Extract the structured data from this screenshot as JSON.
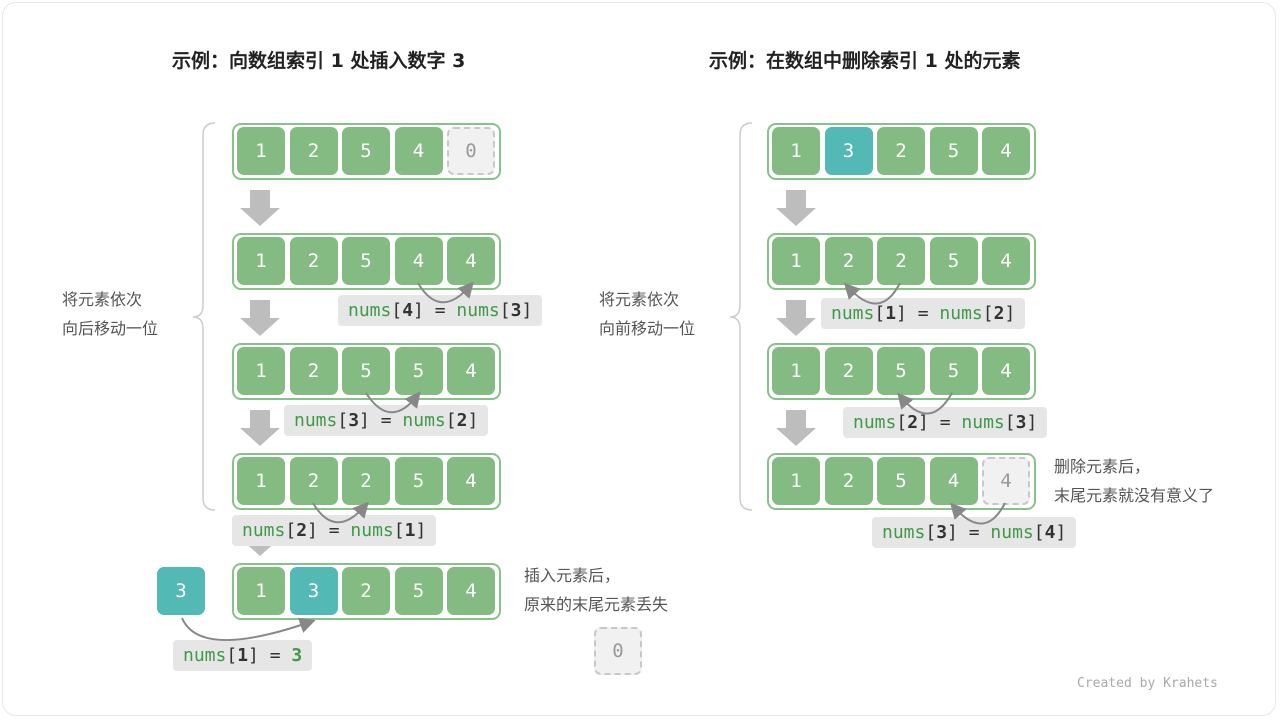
{
  "insert": {
    "title": "示例：向数组索引 1 处插入数字 3",
    "side_text": [
      "将元素依次",
      "向后移动一位"
    ],
    "rows": [
      [
        {
          "v": "1"
        },
        {
          "v": "2"
        },
        {
          "v": "5"
        },
        {
          "v": "4"
        },
        {
          "v": "0",
          "t": "empty"
        }
      ],
      [
        {
          "v": "1"
        },
        {
          "v": "2"
        },
        {
          "v": "5"
        },
        {
          "v": "4"
        },
        {
          "v": "4"
        }
      ],
      [
        {
          "v": "1"
        },
        {
          "v": "2"
        },
        {
          "v": "5"
        },
        {
          "v": "5"
        },
        {
          "v": "4"
        }
      ],
      [
        {
          "v": "1"
        },
        {
          "v": "2"
        },
        {
          "v": "2"
        },
        {
          "v": "5"
        },
        {
          "v": "4"
        }
      ],
      [
        {
          "v": "1"
        },
        {
          "v": "3",
          "t": "teal"
        },
        {
          "v": "2"
        },
        {
          "v": "5"
        },
        {
          "v": "4"
        }
      ]
    ],
    "new_element": "3",
    "labels": [
      [
        {
          "s": "nums",
          "c": "g"
        },
        {
          "s": "[",
          "c": ""
        },
        {
          "s": "4",
          "c": "b"
        },
        {
          "s": "] = ",
          "c": ""
        },
        {
          "s": "nums",
          "c": "g"
        },
        {
          "s": "[",
          "c": ""
        },
        {
          "s": "3",
          "c": "b"
        },
        {
          "s": "]",
          "c": ""
        }
      ],
      [
        {
          "s": "nums",
          "c": "g"
        },
        {
          "s": "[",
          "c": ""
        },
        {
          "s": "3",
          "c": "b"
        },
        {
          "s": "] = ",
          "c": ""
        },
        {
          "s": "nums",
          "c": "g"
        },
        {
          "s": "[",
          "c": ""
        },
        {
          "s": "2",
          "c": "b"
        },
        {
          "s": "]",
          "c": ""
        }
      ],
      [
        {
          "s": "nums",
          "c": "g"
        },
        {
          "s": "[",
          "c": ""
        },
        {
          "s": "2",
          "c": "b"
        },
        {
          "s": "] = ",
          "c": ""
        },
        {
          "s": "nums",
          "c": "g"
        },
        {
          "s": "[",
          "c": ""
        },
        {
          "s": "1",
          "c": "b"
        },
        {
          "s": "]",
          "c": ""
        }
      ],
      [
        {
          "s": "nums",
          "c": "g"
        },
        {
          "s": "[",
          "c": ""
        },
        {
          "s": "1",
          "c": "b"
        },
        {
          "s": "] = ",
          "c": ""
        },
        {
          "s": "3",
          "c": "bg"
        }
      ]
    ],
    "note": [
      "插入元素后，",
      "原来的末尾元素丢失"
    ],
    "lost_element": "0"
  },
  "delete": {
    "title": "示例：在数组中删除索引 1 处的元素",
    "side_text": [
      "将元素依次",
      "向前移动一位"
    ],
    "rows": [
      [
        {
          "v": "1"
        },
        {
          "v": "3",
          "t": "teal"
        },
        {
          "v": "2"
        },
        {
          "v": "5"
        },
        {
          "v": "4"
        }
      ],
      [
        {
          "v": "1"
        },
        {
          "v": "2"
        },
        {
          "v": "2"
        },
        {
          "v": "5"
        },
        {
          "v": "4"
        }
      ],
      [
        {
          "v": "1"
        },
        {
          "v": "2"
        },
        {
          "v": "5"
        },
        {
          "v": "5"
        },
        {
          "v": "4"
        }
      ],
      [
        {
          "v": "1"
        },
        {
          "v": "2"
        },
        {
          "v": "5"
        },
        {
          "v": "4"
        },
        {
          "v": "4",
          "t": "empty"
        }
      ]
    ],
    "labels": [
      [
        {
          "s": "nums",
          "c": "g"
        },
        {
          "s": "[",
          "c": ""
        },
        {
          "s": "1",
          "c": "b"
        },
        {
          "s": "] = ",
          "c": ""
        },
        {
          "s": "nums",
          "c": "g"
        },
        {
          "s": "[",
          "c": ""
        },
        {
          "s": "2",
          "c": "b"
        },
        {
          "s": "]",
          "c": ""
        }
      ],
      [
        {
          "s": "nums",
          "c": "g"
        },
        {
          "s": "[",
          "c": ""
        },
        {
          "s": "2",
          "c": "b"
        },
        {
          "s": "] = ",
          "c": ""
        },
        {
          "s": "nums",
          "c": "g"
        },
        {
          "s": "[",
          "c": ""
        },
        {
          "s": "3",
          "c": "b"
        },
        {
          "s": "]",
          "c": ""
        }
      ],
      [
        {
          "s": "nums",
          "c": "g"
        },
        {
          "s": "[",
          "c": ""
        },
        {
          "s": "3",
          "c": "b"
        },
        {
          "s": "] = ",
          "c": ""
        },
        {
          "s": "nums",
          "c": "g"
        },
        {
          "s": "[",
          "c": ""
        },
        {
          "s": "4",
          "c": "b"
        },
        {
          "s": "]",
          "c": ""
        }
      ]
    ],
    "note": [
      "删除元素后，",
      "末尾元素就没有意义了"
    ]
  },
  "credit": "Created by Krahets",
  "colors": {
    "cell": "#83bb83",
    "highlight": "#52b9b4",
    "row_border": "#88c28a",
    "arrow": "#bdbdbd",
    "label_bg": "#e6e6e6",
    "code_green": "#3f9a48"
  }
}
